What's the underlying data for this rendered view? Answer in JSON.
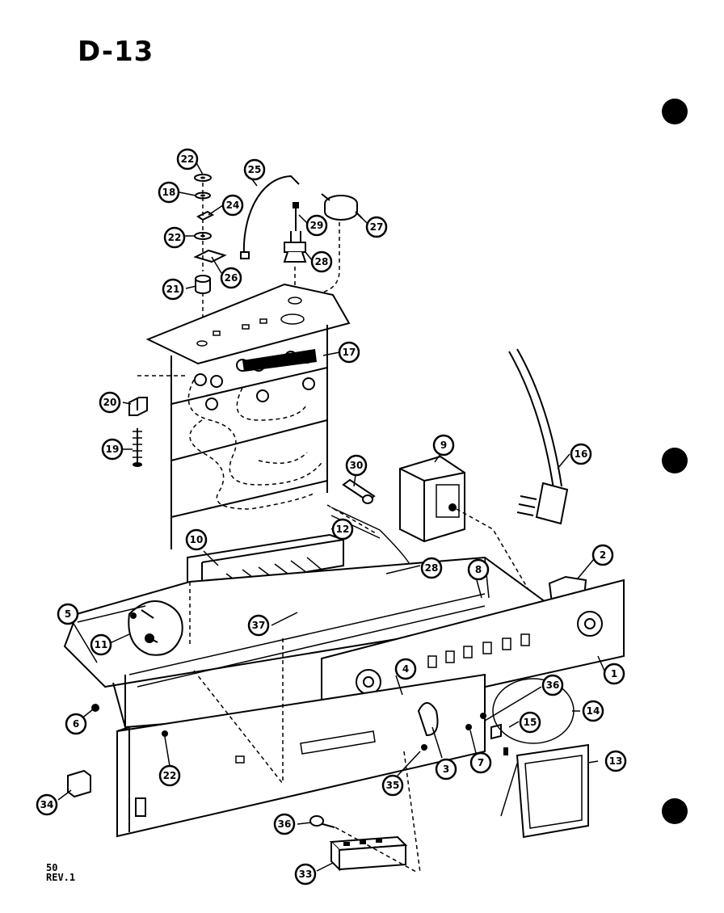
{
  "title": "D-13",
  "footer": {
    "page": "50",
    "rev": "REV.1"
  },
  "callouts": [
    {
      "name": "callout-22-top",
      "label": "22"
    },
    {
      "name": "callout-18-top",
      "label": "18"
    },
    {
      "name": "callout-24",
      "label": "24"
    },
    {
      "name": "callout-22-mid",
      "label": "22"
    },
    {
      "name": "callout-26",
      "label": "26"
    },
    {
      "name": "callout-21",
      "label": "21"
    },
    {
      "name": "callout-25",
      "label": "25"
    },
    {
      "name": "callout-29",
      "label": "29"
    },
    {
      "name": "callout-28",
      "label": "28"
    },
    {
      "name": "callout-27",
      "label": "27"
    },
    {
      "name": "callout-17",
      "label": "17"
    },
    {
      "name": "callout-20",
      "label": "20"
    },
    {
      "name": "callout-19",
      "label": "19"
    },
    {
      "name": "callout-30",
      "label": "30"
    },
    {
      "name": "callout-9",
      "label": "9"
    },
    {
      "name": "callout-16",
      "label": "16"
    },
    {
      "name": "callout-10",
      "label": "10"
    },
    {
      "name": "callout-12",
      "label": "12"
    },
    {
      "name": "callout-28-lower",
      "label": "28"
    },
    {
      "name": "callout-2",
      "label": "2"
    },
    {
      "name": "callout-8",
      "label": "8"
    },
    {
      "name": "callout-5",
      "label": "5"
    },
    {
      "name": "callout-11",
      "label": "11"
    },
    {
      "name": "callout-37",
      "label": "37"
    },
    {
      "name": "callout-4",
      "label": "4"
    },
    {
      "name": "callout-1",
      "label": "1"
    },
    {
      "name": "callout-36-right",
      "label": "36"
    },
    {
      "name": "callout-14",
      "label": "14"
    },
    {
      "name": "callout-15",
      "label": "15"
    },
    {
      "name": "callout-6",
      "label": "6"
    },
    {
      "name": "callout-22-low",
      "label": "22"
    },
    {
      "name": "callout-3",
      "label": "3"
    },
    {
      "name": "callout-7",
      "label": "7"
    },
    {
      "name": "callout-13",
      "label": "13"
    },
    {
      "name": "callout-35",
      "label": "35"
    },
    {
      "name": "callout-34",
      "label": "34"
    },
    {
      "name": "callout-36-bottom",
      "label": "36"
    },
    {
      "name": "callout-33",
      "label": "33"
    }
  ]
}
